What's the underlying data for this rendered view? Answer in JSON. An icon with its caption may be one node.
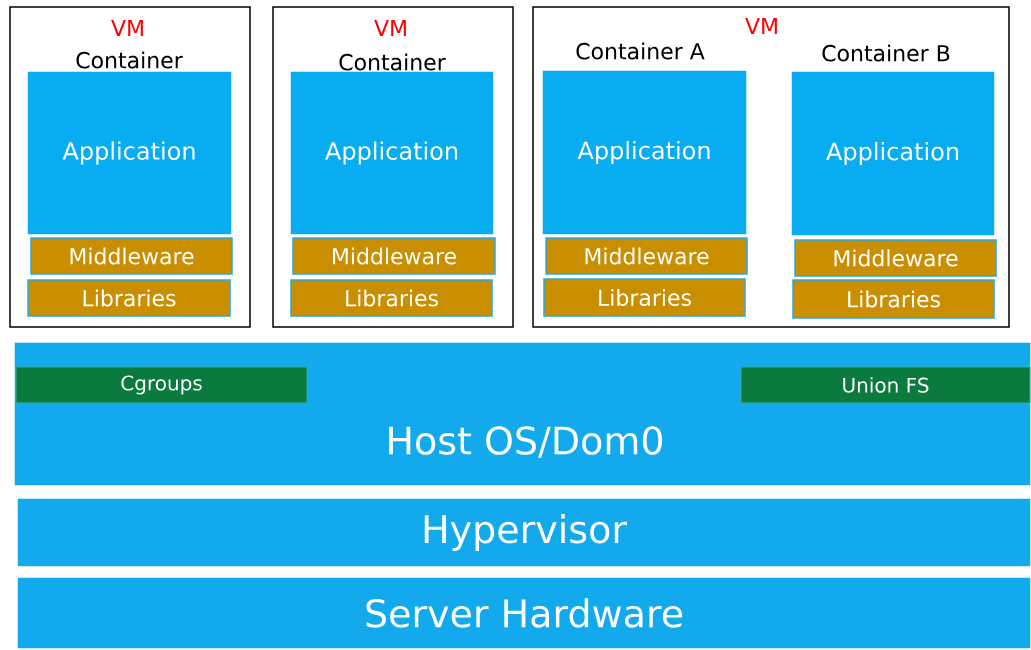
{
  "diagram": {
    "nodes": [
      {
        "text": [
          "VM"
        ]
      },
      {
        "text": [
          "Container",
          "Application"
        ],
        "in": 0
      },
      {
        "text": [
          "Middleware"
        ],
        "in": 0
      },
      {
        "text": [
          "Libraries"
        ],
        "in": 0
      },
      {
        "text": [
          "VM"
        ]
      },
      {
        "text": [
          "Container",
          "Application"
        ],
        "in": 4
      },
      {
        "text": [
          "Middleware"
        ],
        "in": 4
      },
      {
        "text": [
          "Libraries"
        ],
        "in": 4
      },
      {
        "text": [
          "VM"
        ]
      },
      {
        "text": [
          "Container A",
          "Application"
        ],
        "in": 8
      },
      {
        "text": [
          "Middleware"
        ],
        "in": 8
      },
      {
        "text": [
          "Libraries"
        ],
        "in": 8
      },
      {
        "text": [
          "Container B",
          "Application"
        ],
        "in": 8
      },
      {
        "text": [
          "Middleware"
        ],
        "in": 8
      },
      {
        "text": [
          "Libraries"
        ],
        "in": 8
      },
      {
        "text": [
          "Host OS/Dom0"
        ]
      },
      {
        "text": [
          "Cgroups"
        ],
        "in": 15
      },
      {
        "text": [
          "Union FS"
        ],
        "in": 15
      },
      {
        "text": [
          "Hypervisor"
        ]
      },
      {
        "text": [
          "Server Hardware"
        ]
      }
    ]
  }
}
